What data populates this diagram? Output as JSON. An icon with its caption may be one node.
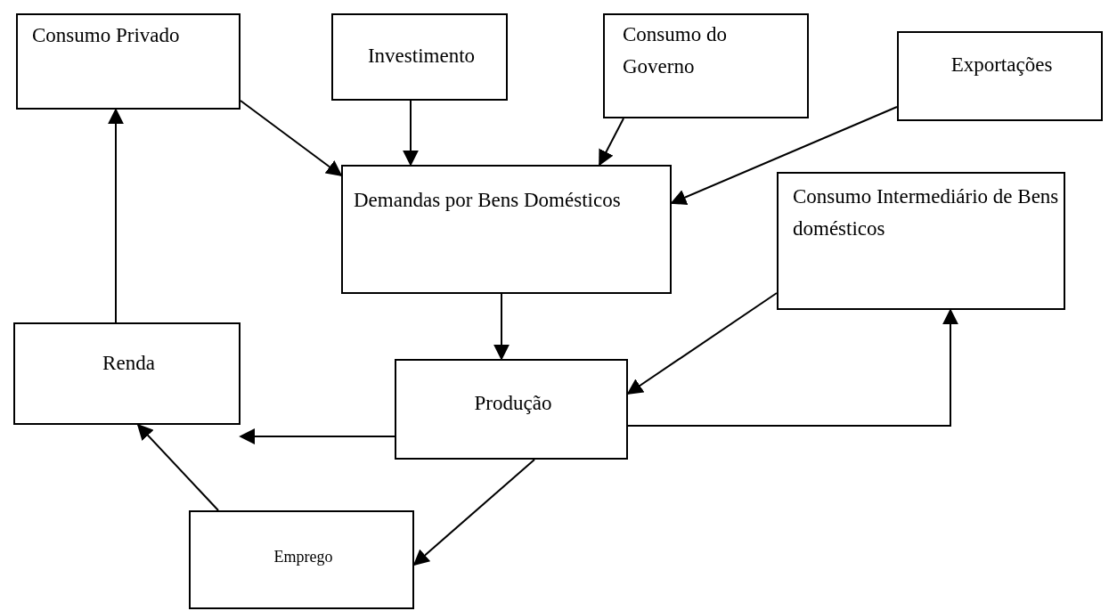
{
  "diagram": {
    "nodes": [
      {
        "text": [
          "Consumo Privado"
        ]
      },
      {
        "text": [
          "Investimento"
        ]
      },
      {
        "text": [
          "Consumo do Governo"
        ]
      },
      {
        "text": [
          "Exportações"
        ]
      },
      {
        "text": [
          "Demandas por Bens Domésticos"
        ]
      },
      {
        "text": [
          "Consumo Intermediário de Bens domésticos"
        ]
      },
      {
        "text": [
          "Renda"
        ]
      },
      {
        "text": [
          "Produção"
        ]
      },
      {
        "text": [
          "Emprego"
        ]
      }
    ],
    "edges": [
      {
        "from": 0,
        "to": 4,
        "arrow": "to"
      },
      {
        "from": 1,
        "to": 4,
        "arrow": "to"
      },
      {
        "from": 2,
        "to": 4,
        "arrow": "to"
      },
      {
        "from": 3,
        "to": 4,
        "arrow": "to"
      },
      {
        "from": 4,
        "to": 7,
        "arrow": "to"
      },
      {
        "from": 5,
        "to": 7,
        "arrow": "to"
      },
      {
        "from": 7,
        "to": 5,
        "arrow": "to"
      },
      {
        "from": 7,
        "to": 6,
        "arrow": "to"
      },
      {
        "from": 6,
        "to": 0,
        "arrow": "to"
      },
      {
        "from": 7,
        "to": 8,
        "arrow": "to"
      },
      {
        "from": 8,
        "to": 6,
        "arrow": "to"
      }
    ]
  }
}
